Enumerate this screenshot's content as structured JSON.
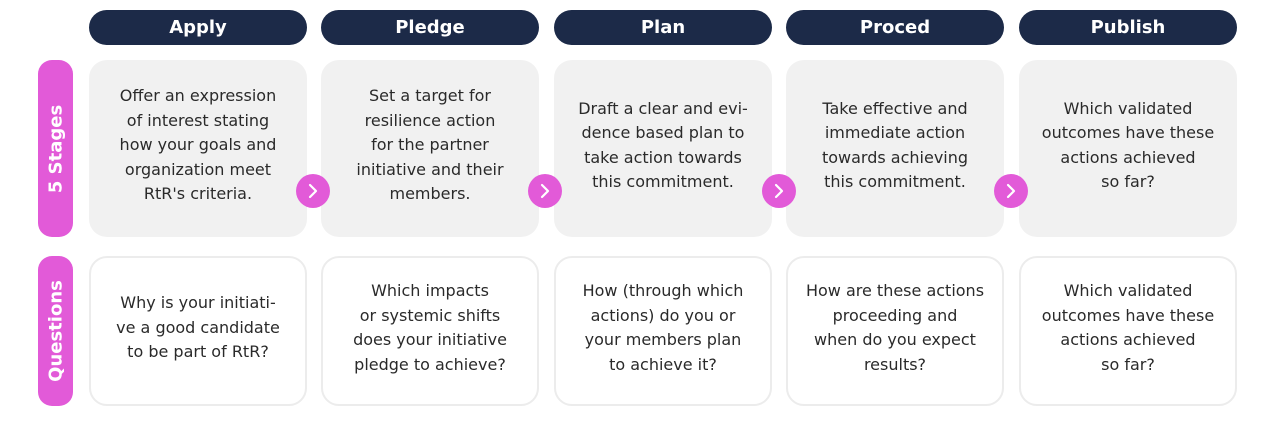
{
  "colors": {
    "navy": "#1c2a48",
    "magenta": "#e25ad8",
    "card_gray": "#f1f1f1",
    "card_border": "#ececec"
  },
  "side_labels": {
    "stages": "5 Stages",
    "questions": "Questions"
  },
  "stages": [
    {
      "title": "Apply",
      "description": "Offer an expression\nof interest stating\nhow your goals and\norganization meet\nRtR's criteria.",
      "question": "Why is your initiati-\nve a good candidate\nto be part of RtR?"
    },
    {
      "title": "Pledge",
      "description": "Set a target for\nresilience action\nfor the partner\ninitiative and their\nmembers.",
      "question": "Which impacts\nor systemic shifts\ndoes your initiative\npledge to achieve?"
    },
    {
      "title": "Plan",
      "description": "Draft a clear and evi-\ndence based plan to\ntake action towards\nthis commitment.",
      "question": "How (through which\nactions) do you or\nyour members plan\nto achieve it?"
    },
    {
      "title": "Proced",
      "description": "Take effective and\nimmediate action\ntowards achieving\nthis commitment.",
      "question": "How are these actions\nproceeding and\nwhen do you expect\nresults?"
    },
    {
      "title": "Publish",
      "description": "Which validated\noutcomes have these\nactions achieved\nso far?",
      "question": "Which validated\noutcomes have these\nactions achieved\nso far?"
    }
  ],
  "icons": {
    "connector": "chevron-right-icon"
  }
}
